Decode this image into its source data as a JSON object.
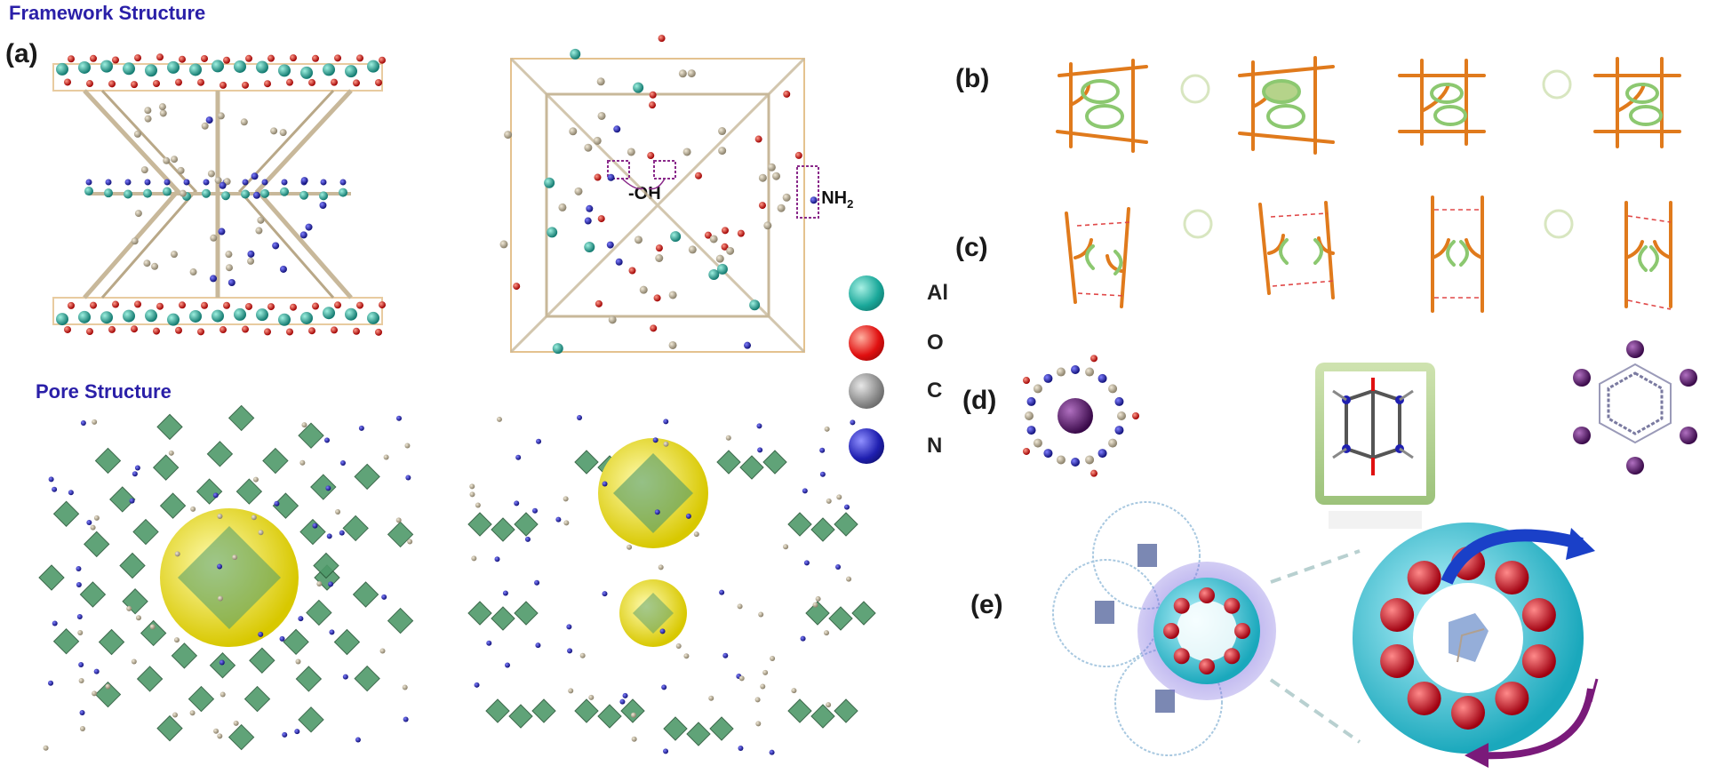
{
  "headings": {
    "framework": "Framework Structure",
    "pore": "Pore Structure"
  },
  "panel_labels": [
    "(a)",
    "(b)",
    "(c)",
    "(d)",
    "(e)"
  ],
  "annotations": {
    "hydroxyl": "-OH",
    "amine_prefix": "- NH",
    "amine_sub": "2"
  },
  "legend": [
    {
      "symbol": "Al",
      "color": "#1aa89a"
    },
    {
      "symbol": "O",
      "color": "#e01010"
    },
    {
      "symbol": "C",
      "color": "#8a8a8a"
    },
    {
      "symbol": "N",
      "color": "#1f1fb0"
    }
  ],
  "colors": {
    "framework_line": "#e07a1c",
    "guest_ring": "#8cc870",
    "polyhedra": "#4f9a6a",
    "cavity": "#f2e51a",
    "oxygen": "#e01010",
    "nitrogen": "#1f1fb0",
    "carbon": "#b8ae98",
    "aluminium": "#1aa89a",
    "macrocycle": "#3fc8d8",
    "iodine": "#5a1a6a"
  }
}
